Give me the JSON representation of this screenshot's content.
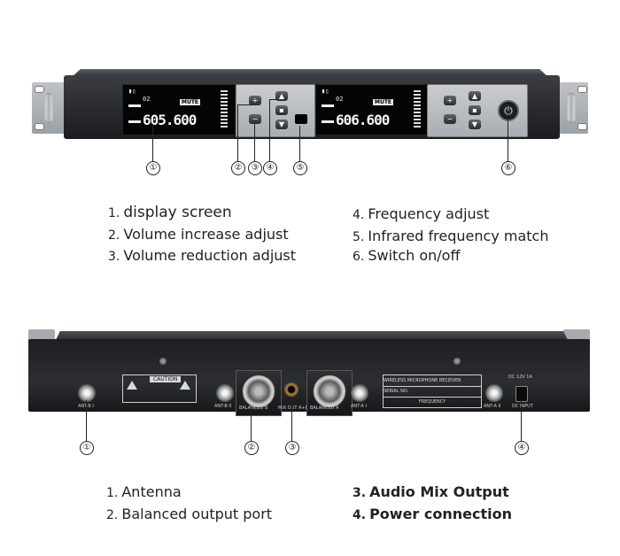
{
  "front_panel": {
    "lcd_left": {
      "frequency": "605.600",
      "channel": "02",
      "mute": "MUTE"
    },
    "lcd_right": {
      "frequency": "606.600",
      "channel": "02",
      "mute": "MUTE"
    },
    "buttons": {
      "plus": "+",
      "minus": "−",
      "up": "▲",
      "down": "▼",
      "set": "▪"
    },
    "power_symbol": "⏻"
  },
  "front_callouts": [
    "①",
    "②",
    "③",
    "④",
    "⑤",
    "⑥"
  ],
  "front_legend": {
    "left": [
      {
        "num": "1.",
        "text": "display screen"
      },
      {
        "num": "2.",
        "text": "Volume increase adjust"
      },
      {
        "num": "3.",
        "text": "Volume reduction adjust"
      }
    ],
    "right": [
      {
        "num": "4.",
        "text": "Frequency adjust"
      },
      {
        "num": "5.",
        "text": "Infrared frequency match"
      },
      {
        "num": "6.",
        "text": "Switch on/off"
      }
    ]
  },
  "rear_panel": {
    "caution_title": "CAUTION",
    "labels": {
      "ant_b_left": "ANT-B I",
      "ant_b_right": "ANT-B II",
      "balanced_b": "BALANCED B",
      "mix_out": "MIX OUT A+B",
      "balanced_a": "BALANCED A",
      "ant_a_1": "ANT-A I",
      "ant_a_2": "ANT-A II",
      "dc_input": "DC INPUT",
      "dc_spec": "DC 12V 1A"
    },
    "info_rows": [
      "WIRELESS MICROPHONE RECEIVER",
      "SERIAL NO.",
      "FREQUENCY"
    ]
  },
  "rear_callouts": [
    "①",
    "②",
    "③",
    "④"
  ],
  "rear_legend": {
    "left": [
      {
        "num": "1.",
        "text": "Antenna"
      },
      {
        "num": "2.",
        "text": "Balanced output port"
      }
    ],
    "right": [
      {
        "num": "3.",
        "text": "Audio Mix Output"
      },
      {
        "num": "4.",
        "text": "Power connection"
      }
    ]
  }
}
